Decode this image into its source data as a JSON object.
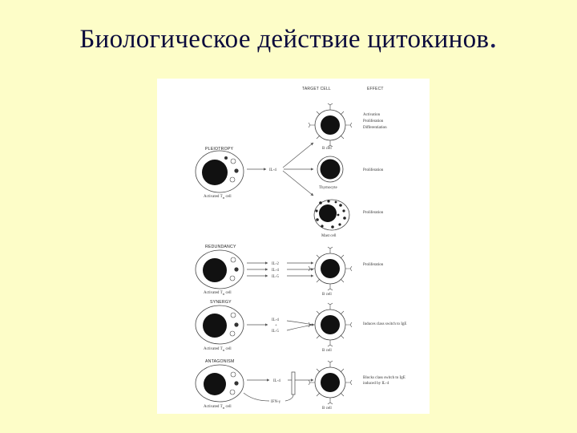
{
  "slide": {
    "title": "Биологическое действие цитокинов",
    "title_dot": "."
  },
  "figure": {
    "headers": {
      "target_cell": "TARGET CELL",
      "effect": "EFFECT"
    },
    "sections": {
      "pleiotropy": "PLEIOTROPY",
      "redundancy": "REDUNDANCY",
      "synergy": "SYNERGY",
      "antagonism": "ANTAGONISM"
    },
    "cells": {
      "activated_th": "Activated T",
      "th_sub": "H",
      "th_suffix": " cell",
      "b_cell": "B cell",
      "thymocyte": "Thymocyte",
      "mast_cell": "Mast cell"
    },
    "cytokines": {
      "il4": "IL-4",
      "il2": "IL-2",
      "il5": "IL-5",
      "plus": "+",
      "ifn_gamma": "IFN-γ"
    },
    "effects": {
      "activation": "Activation",
      "proliferation": "Proliferation",
      "differentiation": "Differentiation",
      "induces_ige": "Induces class switch to IgE",
      "blocks_ige_1": "Blocks class switch to IgE",
      "blocks_ige_2": "induced by IL-4"
    }
  }
}
